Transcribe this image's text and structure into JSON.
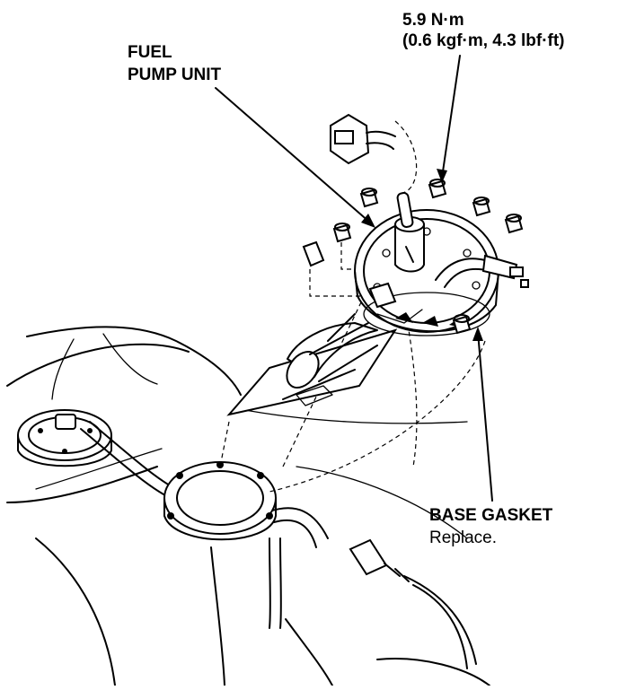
{
  "labels": {
    "torque_value": "5.9 N·m",
    "torque_units": "(0.6 kgf·m, 4.3 lbf·ft)",
    "fuel_pump_line1": "FUEL",
    "fuel_pump_line2": "PUMP UNIT",
    "base_gasket": "BASE GASKET",
    "base_gasket_note": "Replace."
  },
  "colors": {
    "ink": "#000000",
    "paper": "#ffffff"
  },
  "parts": [
    "fuel-pump-unit",
    "base-gasket",
    "nuts",
    "fuel-tank",
    "connector",
    "fuel-hose"
  ]
}
